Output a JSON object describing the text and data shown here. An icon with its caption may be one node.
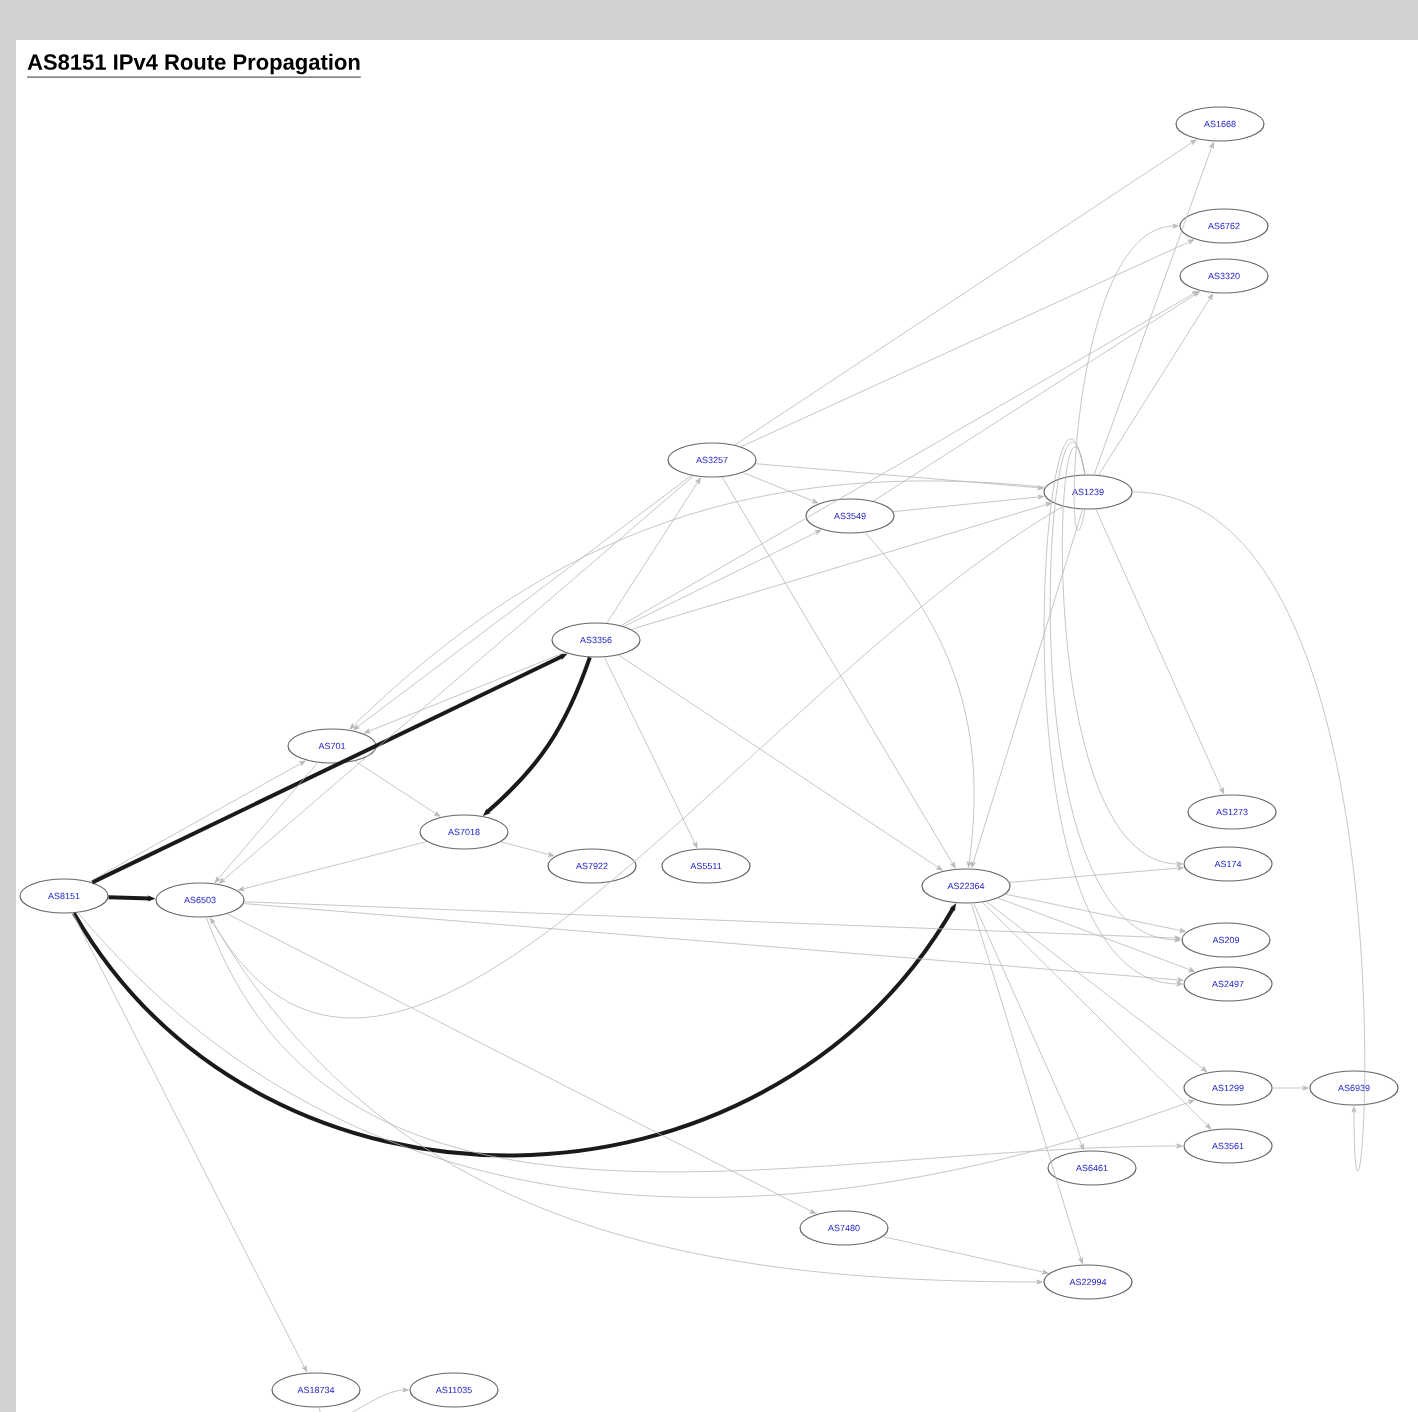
{
  "diagram": {
    "title": "AS8151 IPv4 Route Propagation",
    "nodes": [
      {
        "text": [
          "AS1668"
        ]
      },
      {
        "text": [
          "AS6762"
        ]
      },
      {
        "text": [
          "AS3320"
        ]
      },
      {
        "text": [
          "AS3257"
        ]
      },
      {
        "text": [
          "AS3549"
        ]
      },
      {
        "text": [
          "AS1239"
        ]
      },
      {
        "text": [
          "AS3356"
        ]
      },
      {
        "text": [
          "AS701"
        ]
      },
      {
        "text": [
          "AS7018"
        ]
      },
      {
        "text": [
          "AS7922"
        ]
      },
      {
        "text": [
          "AS5511"
        ]
      },
      {
        "text": [
          "AS8151"
        ]
      },
      {
        "text": [
          "AS6503"
        ]
      },
      {
        "text": [
          "AS22364"
        ]
      },
      {
        "text": [
          "AS1273"
        ]
      },
      {
        "text": [
          "AS174"
        ]
      },
      {
        "text": [
          "AS209"
        ]
      },
      {
        "text": [
          "AS2497"
        ]
      },
      {
        "text": [
          "AS1299"
        ]
      },
      {
        "text": [
          "AS6939"
        ]
      },
      {
        "text": [
          "AS3561"
        ]
      },
      {
        "text": [
          "AS6461"
        ]
      },
      {
        "text": [
          "AS7480"
        ]
      },
      {
        "text": [
          "AS22994"
        ]
      },
      {
        "text": [
          "AS18734"
        ]
      },
      {
        "text": [
          "AS11035"
        ]
      }
    ],
    "edges": [
      {
        "from": 11,
        "to": 12,
        "arrow": "to",
        "style": "thick",
        "color": "#1a1a1a"
      },
      {
        "from": 11,
        "to": 6,
        "arrow": "to",
        "style": "thick",
        "color": "#1a1a1a"
      },
      {
        "from": 11,
        "to": 13,
        "arrow": "to",
        "style": "thick",
        "color": "#1a1a1a"
      },
      {
        "from": 6,
        "to": 8,
        "arrow": "to",
        "style": "thick",
        "color": "#1a1a1a"
      },
      {
        "from": 4,
        "to": 13,
        "arrow": "to"
      },
      {
        "from": 11,
        "to": 7,
        "arrow": "to"
      },
      {
        "from": 7,
        "to": 12,
        "arrow": "to"
      },
      {
        "from": 3,
        "to": 12,
        "arrow": "to"
      },
      {
        "from": 5,
        "to": 12,
        "arrow": "to"
      },
      {
        "from": 6,
        "to": 7,
        "arrow": "to"
      },
      {
        "from": 3,
        "to": 7,
        "arrow": "to"
      },
      {
        "from": 5,
        "to": 7,
        "arrow": "to"
      },
      {
        "from": 6,
        "to": 3,
        "arrow": "to"
      },
      {
        "from": 6,
        "to": 4,
        "arrow": "to"
      },
      {
        "from": 6,
        "to": 5,
        "arrow": "to"
      },
      {
        "from": 3,
        "to": 4,
        "arrow": "to"
      },
      {
        "from": 4,
        "to": 5,
        "arrow": "to"
      },
      {
        "from": 3,
        "to": 5,
        "arrow": "to"
      },
      {
        "from": 5,
        "to": 0,
        "arrow": "to"
      },
      {
        "from": 5,
        "to": 1,
        "arrow": "to"
      },
      {
        "from": 5,
        "to": 2,
        "arrow": "to"
      },
      {
        "from": 3,
        "to": 0,
        "arrow": "to"
      },
      {
        "from": 3,
        "to": 1,
        "arrow": "to"
      },
      {
        "from": 4,
        "to": 2,
        "arrow": "to"
      },
      {
        "from": 6,
        "to": 2,
        "arrow": "to"
      },
      {
        "from": 5,
        "to": 13,
        "arrow": "to"
      },
      {
        "from": 5,
        "to": 14,
        "arrow": "to"
      },
      {
        "from": 5,
        "to": 15,
        "arrow": "to"
      },
      {
        "from": 5,
        "to": 16,
        "arrow": "to"
      },
      {
        "from": 5,
        "to": 17,
        "arrow": "to"
      },
      {
        "from": 13,
        "to": 16,
        "arrow": "to"
      },
      {
        "from": 13,
        "to": 17,
        "arrow": "to"
      },
      {
        "from": 13,
        "to": 15,
        "arrow": "to"
      },
      {
        "from": 6,
        "to": 13,
        "arrow": "to"
      },
      {
        "from": 3,
        "to": 13,
        "arrow": "to"
      },
      {
        "from": 8,
        "to": 9,
        "arrow": "to"
      },
      {
        "from": 6,
        "to": 10,
        "arrow": "to"
      },
      {
        "from": 18,
        "to": 19,
        "arrow": "to"
      },
      {
        "from": 5,
        "to": 19,
        "arrow": "to"
      },
      {
        "from": 13,
        "to": 18,
        "arrow": "to"
      },
      {
        "from": 13,
        "to": 20,
        "arrow": "to"
      },
      {
        "from": 13,
        "to": 21,
        "arrow": "to"
      },
      {
        "from": 13,
        "to": 23,
        "arrow": "to"
      },
      {
        "from": 12,
        "to": 22,
        "arrow": "to"
      },
      {
        "from": 12,
        "to": 23,
        "arrow": "to"
      },
      {
        "from": 12,
        "to": 20,
        "arrow": "to"
      },
      {
        "from": 22,
        "to": 23,
        "arrow": "to"
      },
      {
        "from": 11,
        "to": 24,
        "arrow": "to"
      },
      {
        "from": 24,
        "to": 25,
        "arrow": "to"
      },
      {
        "from": 8,
        "to": 12,
        "arrow": "to"
      },
      {
        "from": 7,
        "to": 8,
        "arrow": "to"
      },
      {
        "from": 12,
        "to": 16,
        "arrow": "to"
      },
      {
        "from": 12,
        "to": 17,
        "arrow": "to"
      },
      {
        "from": 11,
        "to": 18,
        "arrow": "to"
      }
    ]
  }
}
